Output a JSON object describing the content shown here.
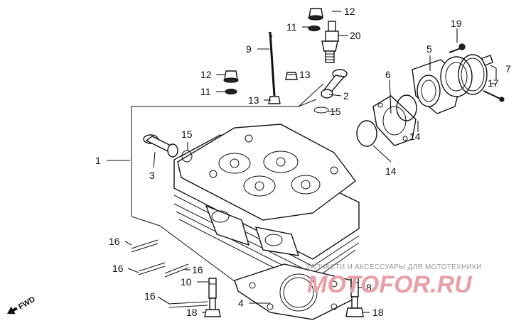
{
  "labels": {
    "l1": "1",
    "l2": "2",
    "l3": "3",
    "l4": "4",
    "l5": "5",
    "l6": "6",
    "l7": "7",
    "l8": "8",
    "l9": "9",
    "l10": "10",
    "l11a": "11",
    "l11b": "11",
    "l12a": "12",
    "l12b": "12",
    "l13a": "13",
    "l13b": "13",
    "l14a": "14",
    "l14b": "14",
    "l15a": "15",
    "l15b": "15",
    "l16a": "16",
    "l16b": "16",
    "l16c": "16",
    "l16d": "16",
    "l17": "17",
    "l18a": "18",
    "l18b": "18",
    "l19": "19",
    "l20": "20"
  },
  "fwd": "FWD",
  "watermark": {
    "tagline": "ЗАПЧАСТИ И АКСЕССУАРЫ ДЛЯ МОТОТЕХНИКИ",
    "logo": "MOTOFOR.RU"
  },
  "colors": {
    "ink": "#111111",
    "watermark_logo": "#e8a0a8",
    "watermark_text": "#9a9a9a"
  }
}
